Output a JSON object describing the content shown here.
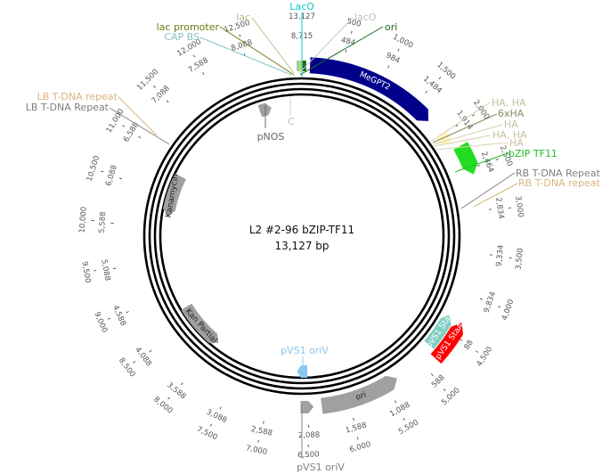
{
  "plasmid": {
    "name": "L2 #2-96 bZIP-TF11",
    "length_label": "13,127 bp",
    "length_bp": 13127
  },
  "ruler_outer": [
    "500",
    "1,000",
    "1,500",
    "2,000",
    "2,500",
    "3,000",
    "3,500",
    "4,000",
    "4,500",
    "5,000",
    "5,500",
    "6,000",
    "6,500",
    "7,000",
    "7,500",
    "8,000",
    "8,500",
    "9,000",
    "9,500",
    "10,000",
    "10,500",
    "11,000",
    "11,500",
    "12,000",
    "12,500",
    "13,127"
  ],
  "ruler_inner": [
    "484",
    "984",
    "1,484",
    "1,914",
    "2,464",
    "2,834",
    "9,334",
    "9,834",
    "88",
    "588",
    "1,088",
    "1,588",
    "2,088",
    "2,588",
    "3,088",
    "3,588",
    "4,088",
    "4,588",
    "5,088",
    "5,588",
    "6,088",
    "6,588",
    "7,088",
    "7,588",
    "8,088",
    "8,715"
  ],
  "features": [
    {
      "name": "MeGPT2",
      "start": 100,
      "end": 1740,
      "color": "#00008b",
      "text_color": "#ffffff"
    },
    {
      "name": "HA",
      "start": 1960,
      "end": 2120,
      "color": "#fff7c0",
      "text_color": "#888"
    },
    {
      "name": "bZIP TF11",
      "start": 2200,
      "end": 2560,
      "color": "#22dd22",
      "text_color": "#ffffff"
    },
    {
      "name": "pVS1 StaA",
      "start": 4300,
      "end": 4760,
      "color": "#80cfc4",
      "text_color": "#ffffff"
    },
    {
      "name": "pVS1 StaA",
      "start": 4320,
      "end": 4830,
      "color": "#ff0000",
      "text_color": "#ffffff"
    },
    {
      "name": "ori",
      "start": 5330,
      "end": 6320,
      "color": "#a0a0a0",
      "text_color": "#222"
    },
    {
      "name": "pVS1 oriV",
      "start": 6420,
      "end": 6580,
      "color": "#a0a0a0",
      "text_color": "#222"
    },
    {
      "name": "pVS1 oriV",
      "start": 6480,
      "end": 6640,
      "color": "#8cc8f4",
      "text_color": "#222"
    },
    {
      "name": "Kan Partial",
      "start": 7950,
      "end": 8700,
      "color": "#a0a0a0",
      "text_color": "#222"
    },
    {
      "name": "Kanamycin",
      "start": 10150,
      "end": 10800,
      "color": "#a0a0a0",
      "text_color": "#222"
    },
    {
      "name": "pNOS",
      "start": 12450,
      "end": 12640,
      "color": "#a0a0a0",
      "text_color": "#222"
    }
  ],
  "labels": {
    "laco_top": "LacO",
    "lac": "lac",
    "laco": "lacO",
    "ori_top": "ori",
    "lac_promoter": "lac promoter",
    "cap_bs": "CAP BS",
    "lb_repeat_lower": "LB T-DNA repeat",
    "lb_repeat_upper": "LB T-DNA Repeat",
    "ha_ha_1": "HA, HA",
    "sixxha": "6xHA",
    "ha_1": "HA",
    "ha_ha_2": "HA, HA",
    "ha_2": "HA",
    "bzip": "bZIP TF11",
    "rb_repeat_upper": "RB T-DNA Repeat",
    "rb_repeat_lower": "RB T-DNA repeat",
    "pnos": "pNOS",
    "c": "C",
    "pvs1_oriv_inner": "pVS1 oriV",
    "pvs1_oriv_outer": "pVS1 oriV"
  },
  "colors": {
    "ring": "#000000",
    "leader_gray": "#888888"
  }
}
